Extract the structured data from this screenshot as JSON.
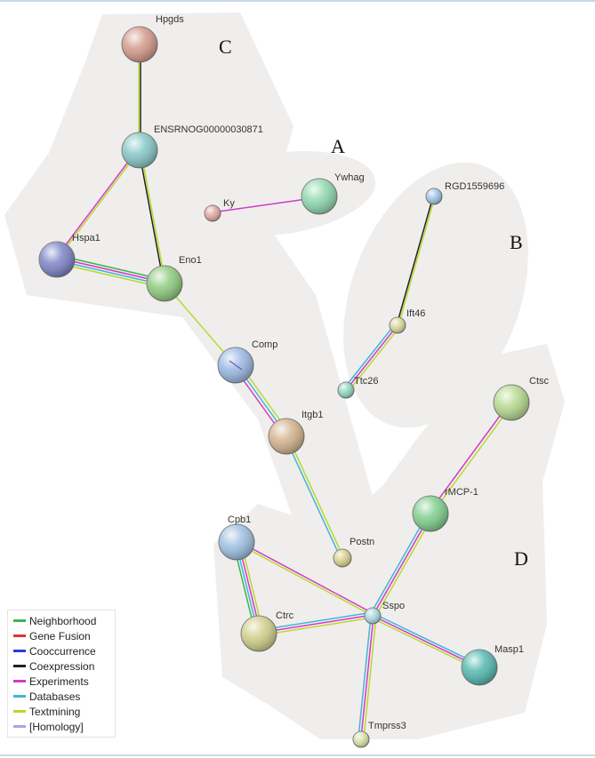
{
  "clusters": {
    "A": "A",
    "B": "B",
    "C": "C",
    "D": "D"
  },
  "nodes": {
    "hpgds": "Hpgds",
    "ensrnog": "ENSRNOG00000030871",
    "hspa1": "Hspa1",
    "eno1": "Eno1",
    "comp": "Comp",
    "itgb1": "Itgb1",
    "postn": "Postn",
    "ky": "Ky",
    "ywhag": "Ywhag",
    "rgd": "RGD1559696",
    "ift46": "Ift46",
    "ttc26": "Ttc26",
    "ctsc": "Ctsc",
    "rmcp1": "rMCP-1",
    "cpb1": "Cpb1",
    "ctrc": "Ctrc",
    "sspo": "Sspo",
    "masp1": "Masp1",
    "tmprss3": "Tmprss3"
  },
  "node_colors": {
    "hpgds": "#d49a8c",
    "ensrnog": "#88c7c7",
    "hspa1": "#7d84c6",
    "eno1": "#8fcc7f",
    "comp": "#9ab8e3",
    "itgb1": "#d3b38e",
    "postn": "#d8d28c",
    "ky": "#e2a8a0",
    "ywhag": "#8fd8ae",
    "rgd": "#9ec4e6",
    "ift46": "#d8d99b",
    "ttc26": "#8fd8c0",
    "ctsc": "#b6d98f",
    "rmcp1": "#7fcf8f",
    "cpb1": "#9ec0e2",
    "ctrc": "#cfcf8a",
    "sspo": "#a9d8e2",
    "masp1": "#54b9b0",
    "tmprss3": "#d6e2a6"
  },
  "legend": {
    "items": [
      {
        "label": "Neighborhood",
        "color": "#3cb54a"
      },
      {
        "label": "Gene Fusion",
        "color": "#e0332b"
      },
      {
        "label": "Cooccurrence",
        "color": "#2b3bd8"
      },
      {
        "label": "Coexpression",
        "color": "#222222"
      },
      {
        "label": "Experiments",
        "color": "#d23ac6"
      },
      {
        "label": "Databases",
        "color": "#3fb6d9"
      },
      {
        "label": "Textmining",
        "color": "#b9d82f"
      },
      {
        "label": "[Homology]",
        "color": "#a6a6e8"
      }
    ]
  }
}
